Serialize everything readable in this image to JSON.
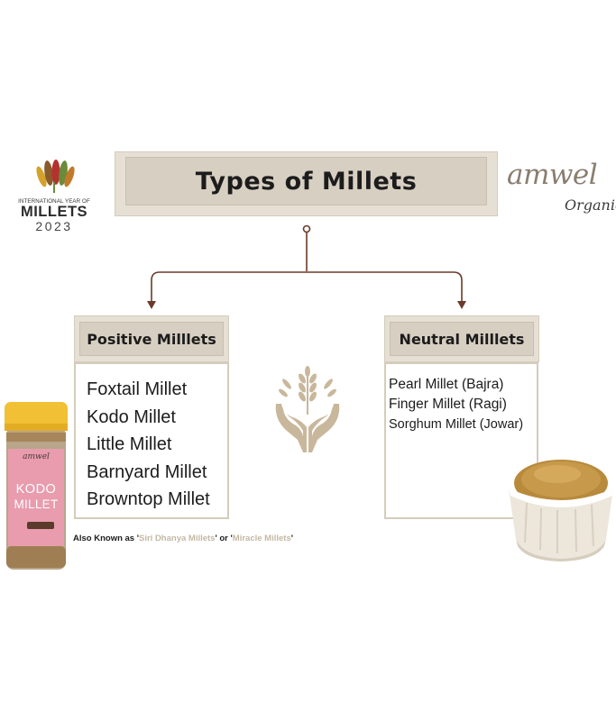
{
  "title": "Types of Millets",
  "logo_left": {
    "small_text": "INTERNATIONAL YEAR OF",
    "big_text": "MILLETS",
    "year": "2023"
  },
  "logo_right": {
    "brand": "amwel",
    "sub": "Organic"
  },
  "left_branch": {
    "header": "Positive Milllets",
    "items": [
      "Foxtail Millet",
      "Kodo Millet",
      "Little Millet",
      "Barnyard Millet",
      "Browntop Millet"
    ]
  },
  "right_branch": {
    "header": "Neutral Milllets",
    "items": [
      "Pearl Millet (Bajra)",
      "Finger Millet (Ragi)",
      "Sorghum Millet (Jowar)"
    ]
  },
  "footnote": {
    "prefix": "Also Known as '",
    "term1": "Siri Dhanya Millets",
    "middle": "' or '",
    "term2": "Miracle Millets",
    "suffix": "'"
  },
  "jar": {
    "brand": "amwel",
    "line1": "KODO",
    "line2": "MILLET"
  },
  "colors": {
    "frame_beige": "#d7cfc1",
    "frame_light": "#e6e0d4",
    "connector_brown": "#6b3a2a",
    "icon_tan": "#c9b79c",
    "highlight_text": "#c4b8a3"
  },
  "icons": {
    "center": "hands-holding-wheat-icon",
    "left_product": "kodo-millet-jar",
    "right_product": "millet-bowl"
  }
}
